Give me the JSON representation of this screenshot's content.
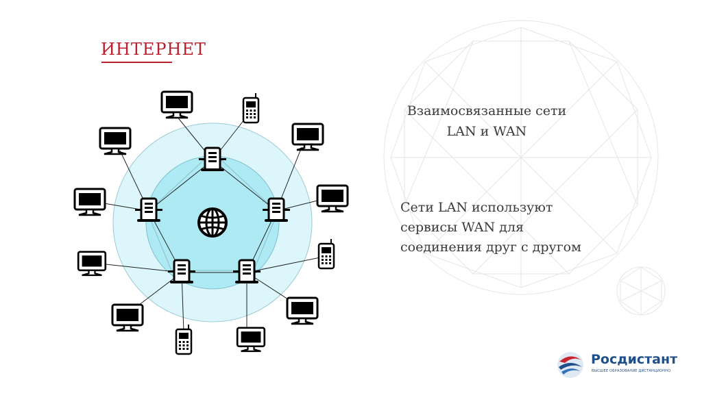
{
  "slide": {
    "title": "ИНТЕРНЕТ",
    "text1": {
      "line1": "Взаимосвязанные сети",
      "line2": "LAN и WAN"
    },
    "text2": {
      "line1": "Сети LAN используют",
      "line2": "сервисы WAN для",
      "line3": "соединения друг с другом"
    }
  },
  "logo": {
    "name": "Росдистант",
    "tagline": "ВЫСШЕЕ ОБРАЗОВАНИЕ ДИСТАНЦИОННО"
  },
  "colors": {
    "title": "#b8202d",
    "ring_outer": "#dcf6fc",
    "ring_inner": "#aeeaf3",
    "logo": "#1f4f8b"
  },
  "icons": {
    "center": "globe-icon",
    "hubs": "server-icon",
    "nodes": [
      "desktop-monitor-icon",
      "mobile-phone-icon"
    ]
  }
}
